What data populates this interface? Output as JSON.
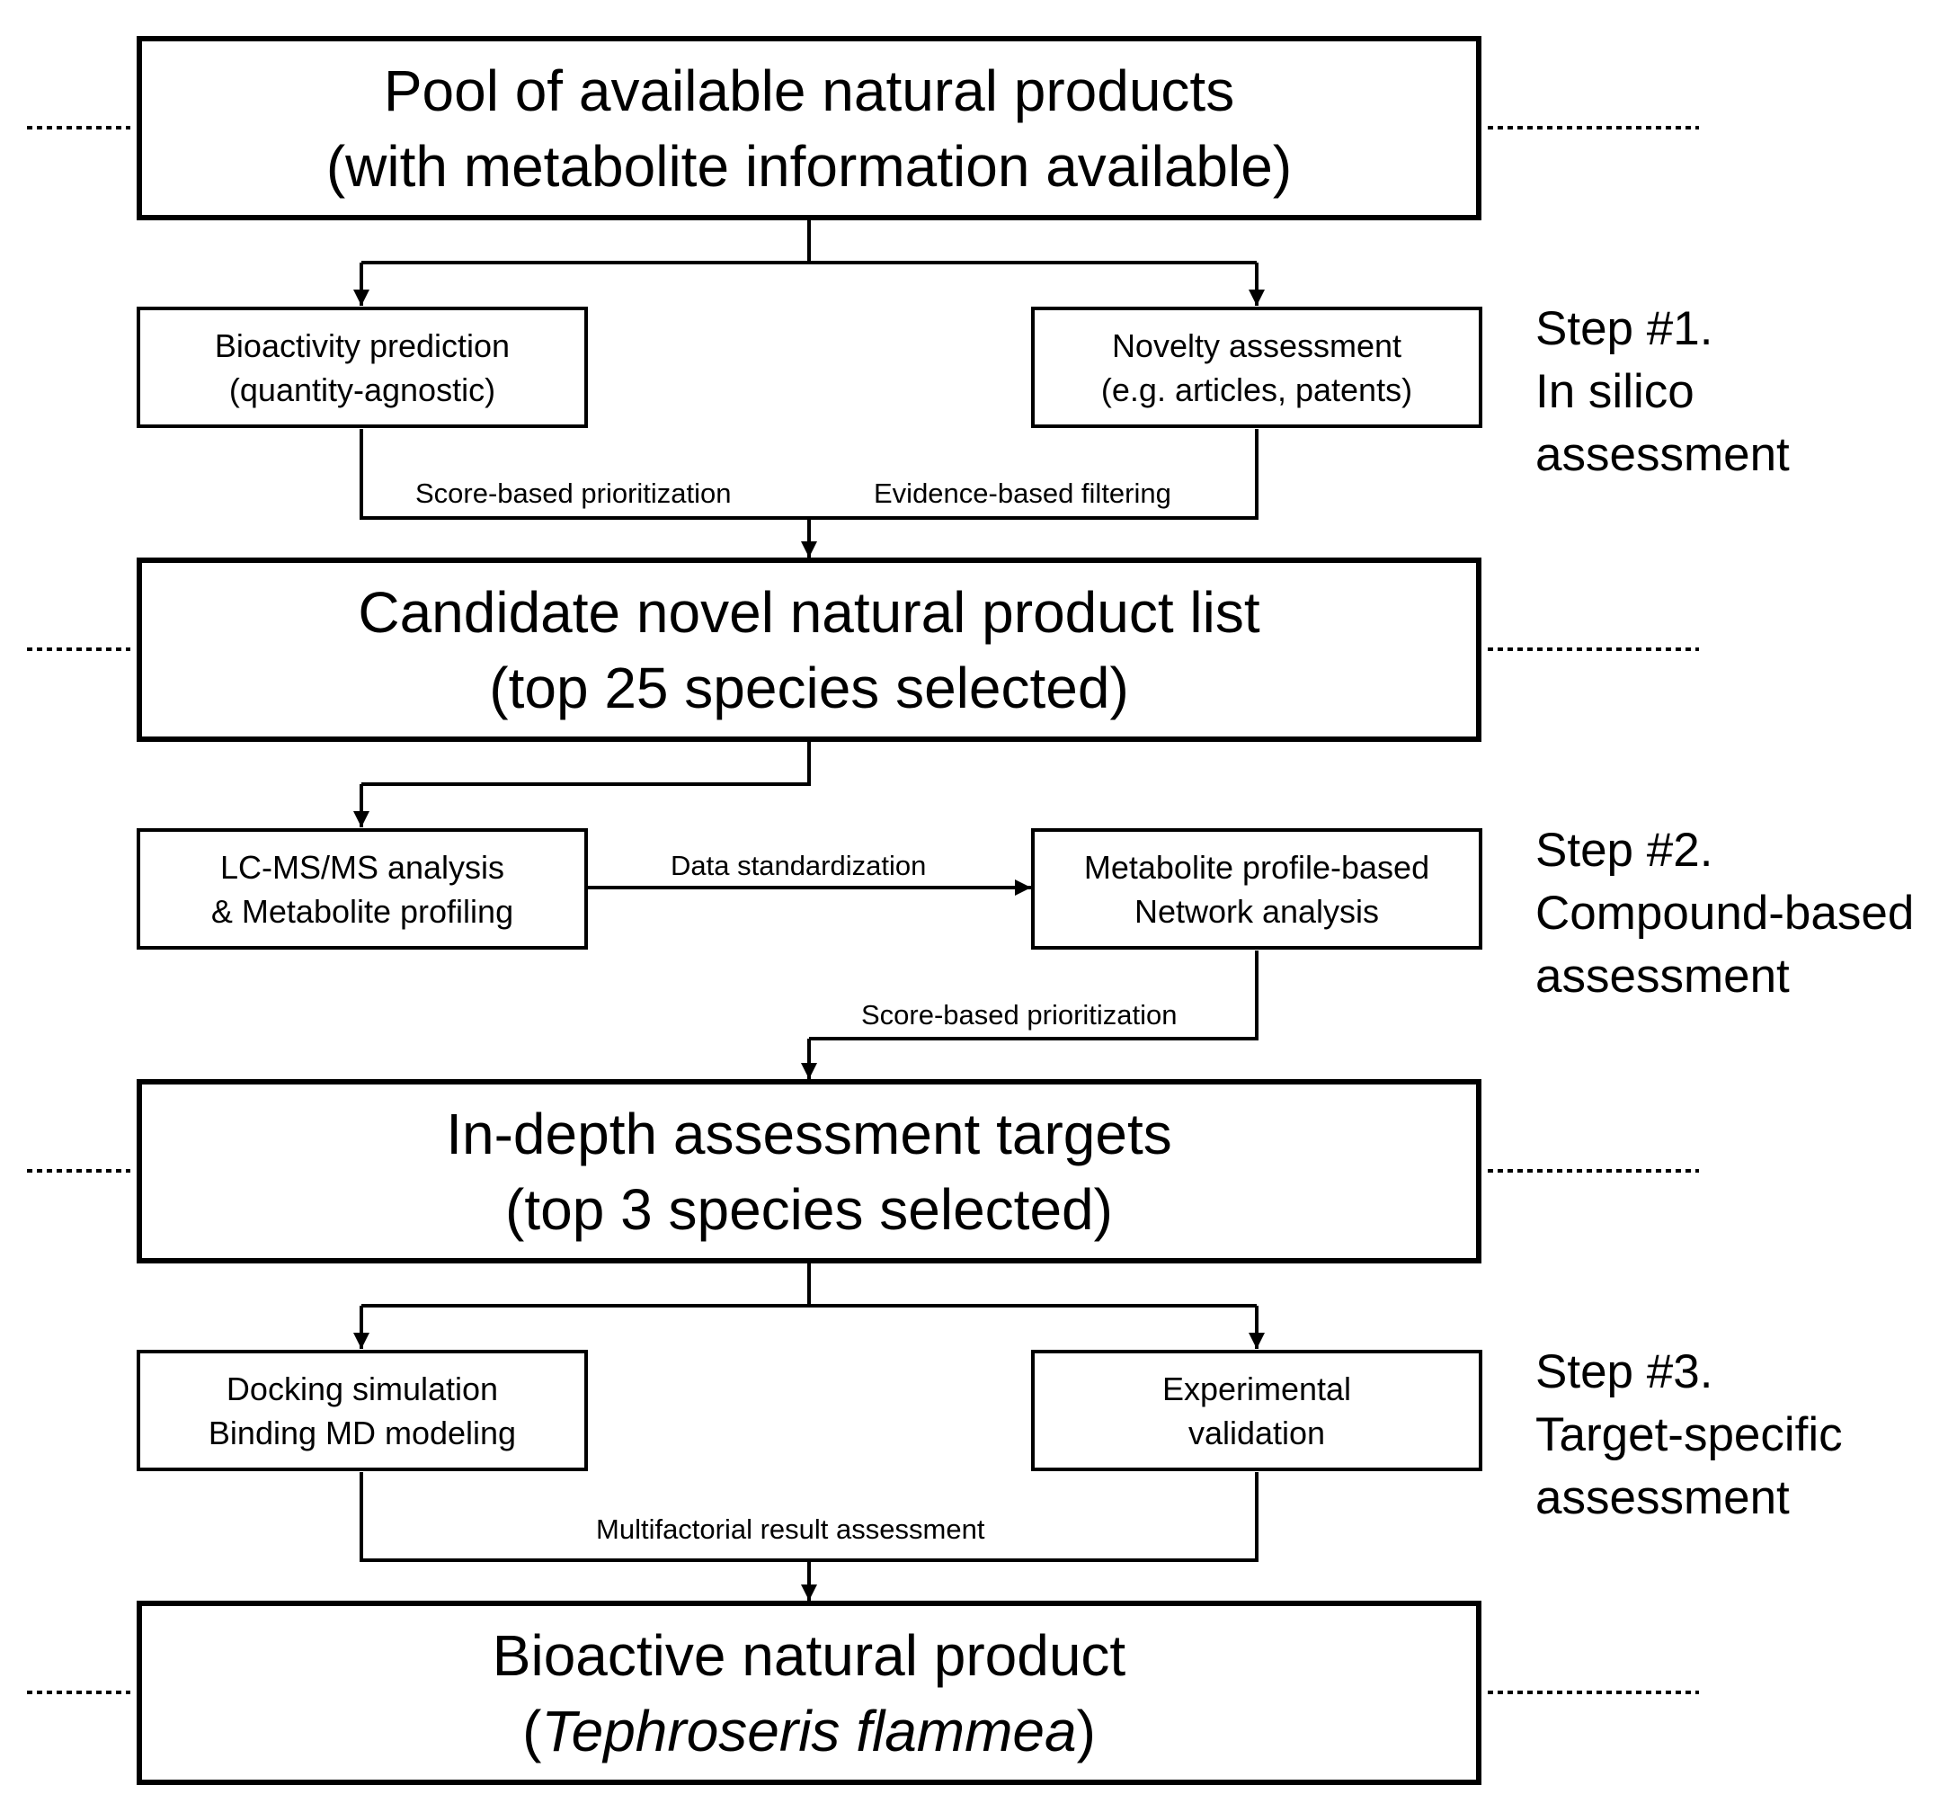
{
  "stage1": {
    "line1": "Pool of available natural products",
    "line2": "(with metabolite information available)"
  },
  "stage2": {
    "line1": "Candidate novel natural product list",
    "line2": "(top 25 species selected)"
  },
  "stage3": {
    "line1": "In-depth assessment targets",
    "line2": "(top 3 species selected)"
  },
  "stage4": {
    "line1": "Bioactive natural product",
    "paren_open": "(",
    "species": "Tephroseris flammea",
    "paren_close": ")"
  },
  "step1": {
    "left_box": {
      "line1": "Bioactivity prediction",
      "line2": "(quantity-agnostic)"
    },
    "right_box": {
      "line1": "Novelty assessment",
      "line2": "(e.g. articles, patents)"
    },
    "left_edge_label": "Score-based prioritization",
    "right_edge_label": "Evidence-based filtering",
    "title": [
      "Step #1.",
      "In silico",
      "assessment"
    ]
  },
  "step2": {
    "left_box": {
      "line1": "LC-MS/MS analysis",
      "line2": "& Metabolite profiling"
    },
    "right_box": {
      "line1": "Metabolite profile-based",
      "line2": "Network analysis"
    },
    "mid_edge_label": "Data standardization",
    "out_edge_label": "Score-based prioritization",
    "title": [
      "Step #2.",
      "Compound-based",
      "assessment"
    ]
  },
  "step3": {
    "left_box": {
      "line1": "Docking simulation",
      "line2": "Binding MD modeling"
    },
    "right_box": {
      "line1": "Experimental",
      "line2": "validation"
    },
    "merge_edge_label": "Multifactorial result assessment",
    "title": [
      "Step #3.",
      "Target-specific",
      "assessment"
    ]
  }
}
